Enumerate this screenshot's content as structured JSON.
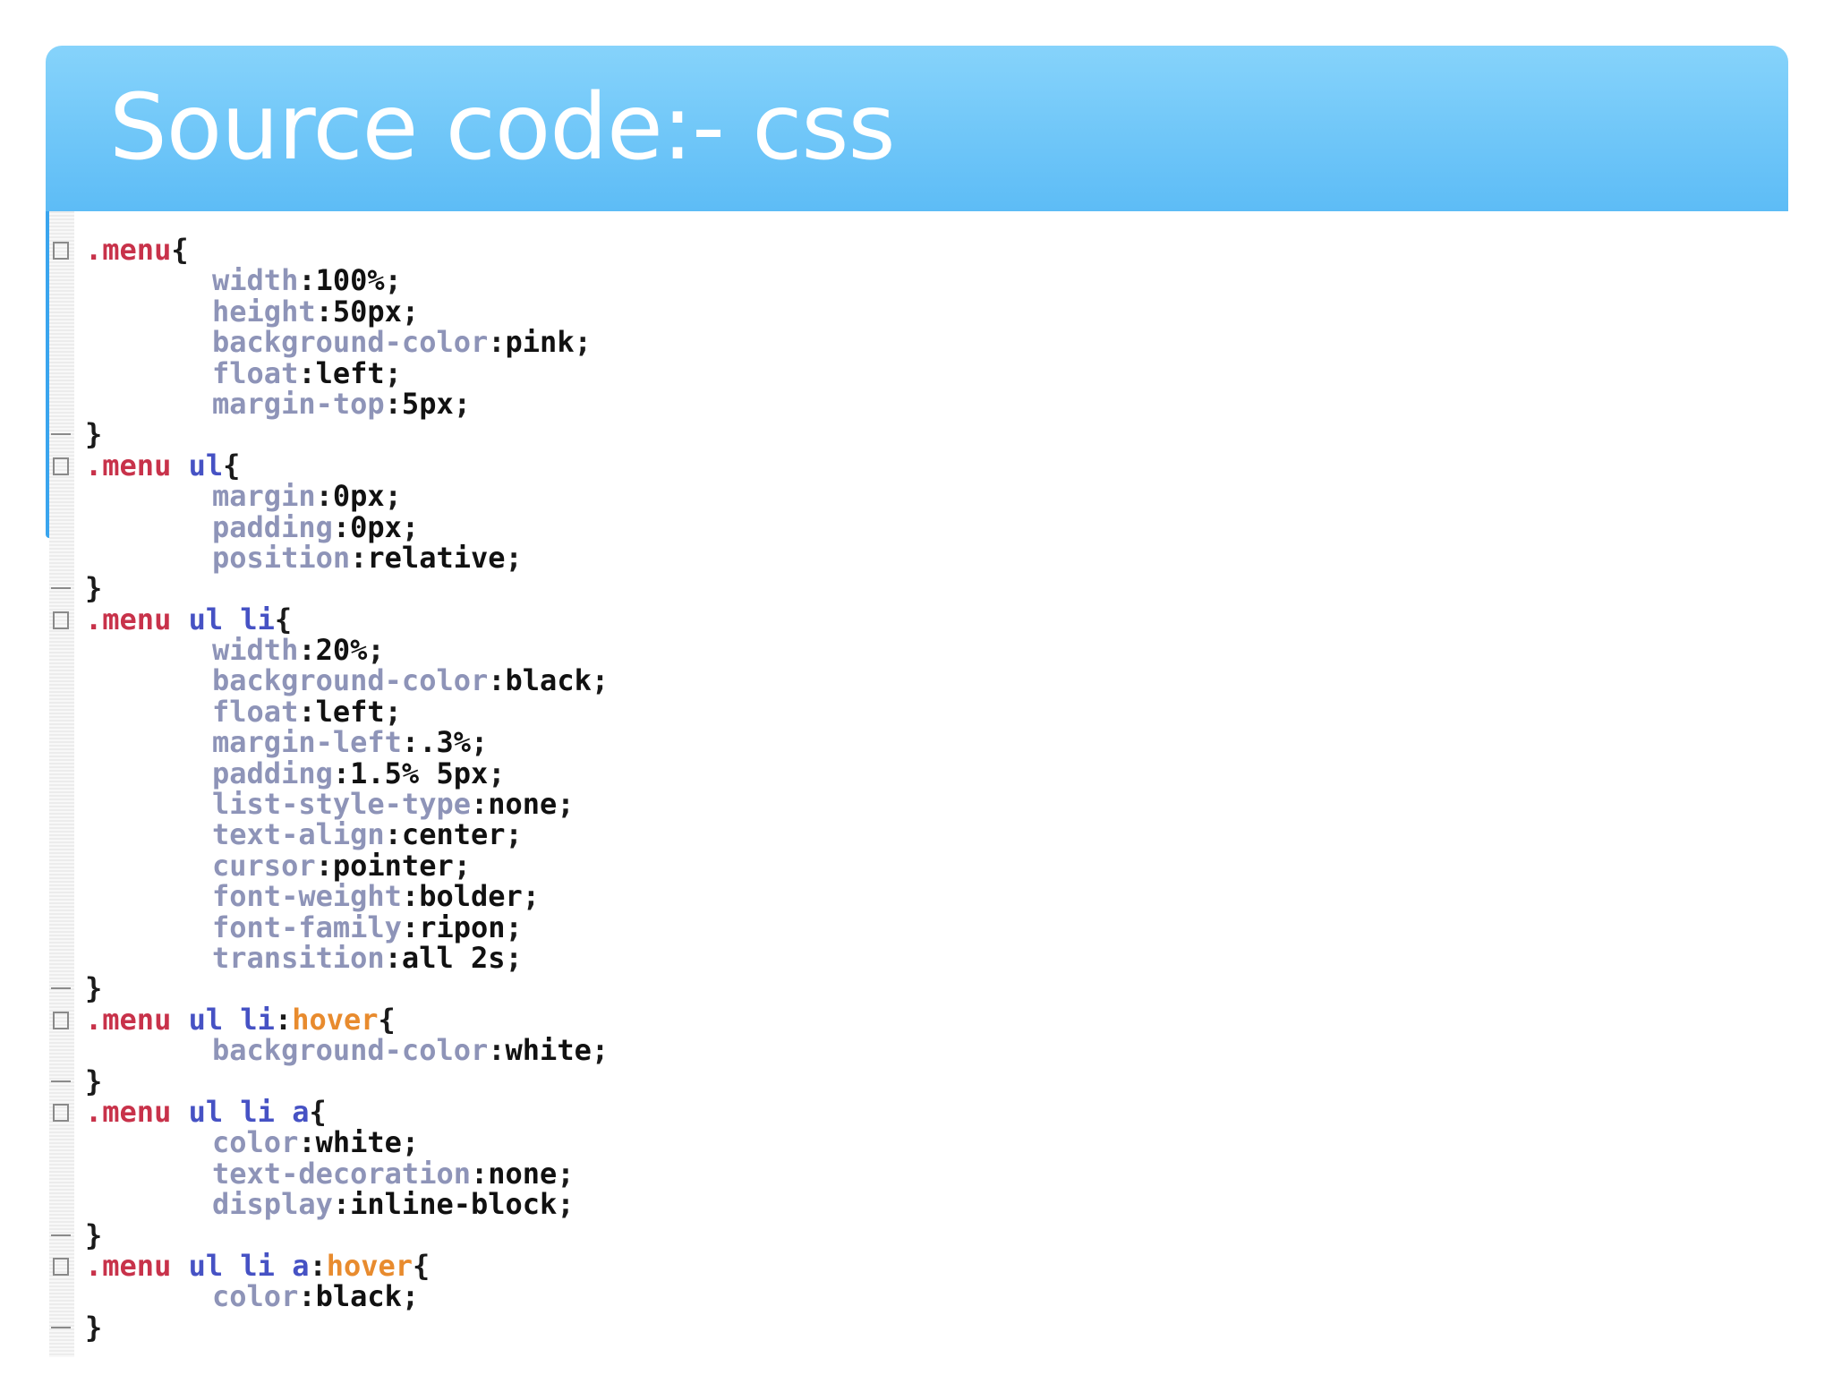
{
  "slide": {
    "title": "Source code:- css"
  },
  "code": {
    "line_01": {
      "sel": ".menu",
      "tail": "{"
    },
    "line_02": {
      "prop": "width",
      "val": "100%"
    },
    "line_03": {
      "prop": "height",
      "val": "50px"
    },
    "line_04": {
      "prop": "background-color",
      "val": "pink"
    },
    "line_05": {
      "prop": "float",
      "val": "left"
    },
    "line_06": {
      "prop": "margin-top",
      "val": "5px"
    },
    "line_07": {
      "close": "}"
    },
    "line_08": {
      "sel": ".menu",
      "tags": "ul",
      "tail": "{"
    },
    "line_09": {
      "prop": "margin",
      "val": "0px"
    },
    "line_10": {
      "prop": "padding",
      "val": "0px"
    },
    "line_11": {
      "prop": "position",
      "val": "relative"
    },
    "line_12": {
      "close": "}"
    },
    "line_13": {
      "sel": ".menu",
      "tags": "ul li",
      "tail": "{"
    },
    "line_14": {
      "prop": "width",
      "val": "20%"
    },
    "line_15": {
      "prop": "background-color",
      "val": "black"
    },
    "line_16": {
      "prop": "float",
      "val": "left"
    },
    "line_17": {
      "prop": "margin-left",
      "val": ".3%"
    },
    "line_18": {
      "prop": "padding",
      "val": "1.5% 5px"
    },
    "line_19": {
      "prop": "list-style-type",
      "val": "none"
    },
    "line_20": {
      "prop": "text-align",
      "val": "center"
    },
    "line_21": {
      "prop": "cursor",
      "val": "pointer"
    },
    "line_22": {
      "prop": "font-weight",
      "val": "bolder"
    },
    "line_23": {
      "prop": "font-family",
      "val": "ripon"
    },
    "line_24": {
      "prop": "transition",
      "val": "all 2s"
    },
    "line_25": {
      "close": "}"
    },
    "line_26": {
      "sel": ".menu",
      "tags": "ul li",
      "pseudo": "hover",
      "tail": "{"
    },
    "line_27": {
      "prop": "background-color",
      "val": "white"
    },
    "line_28": {
      "close": "}"
    },
    "line_29": {
      "sel": ".menu",
      "tags": "ul li a",
      "tail": "{"
    },
    "line_30": {
      "prop": "color",
      "val": "white"
    },
    "line_31": {
      "prop": "text-decoration",
      "val": "none"
    },
    "line_32": {
      "prop": "display",
      "val": "inline-block"
    },
    "line_33": {
      "close": "}"
    },
    "line_34": {
      "sel": ".menu",
      "tags": "ul li a",
      "pseudo": "hover",
      "tail": "{"
    },
    "line_35": {
      "prop": "color",
      "val": "black"
    },
    "line_36": {
      "close": "}"
    }
  },
  "colors": {
    "header_top": "#86d3fb",
    "header_bottom": "#5dbcf6",
    "selector": "#c8324a",
    "tag": "#4652c4",
    "pseudo": "#e88b2e",
    "property": "#8e94b8",
    "value": "#111111"
  }
}
